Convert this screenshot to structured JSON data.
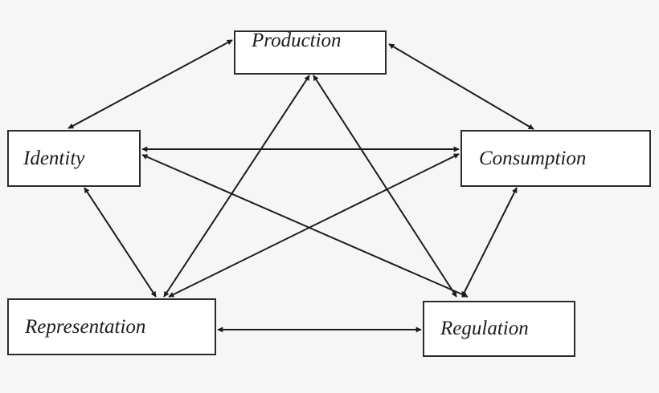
{
  "diagram": {
    "nodes": {
      "production": "Production",
      "identity": "Identity",
      "consumption": "Consumption",
      "representation": "Representation",
      "regulation": "Regulation"
    },
    "edges": [
      {
        "from": "production",
        "to": "identity",
        "direction": "both"
      },
      {
        "from": "production",
        "to": "consumption",
        "direction": "both"
      },
      {
        "from": "production",
        "to": "representation",
        "direction": "both"
      },
      {
        "from": "production",
        "to": "regulation",
        "direction": "both"
      },
      {
        "from": "identity",
        "to": "consumption",
        "direction": "both"
      },
      {
        "from": "identity",
        "to": "representation",
        "direction": "both"
      },
      {
        "from": "identity",
        "to": "regulation",
        "direction": "both"
      },
      {
        "from": "consumption",
        "to": "representation",
        "direction": "both"
      },
      {
        "from": "consumption",
        "to": "regulation",
        "direction": "both"
      },
      {
        "from": "representation",
        "to": "regulation",
        "direction": "both"
      }
    ],
    "colors": {
      "stroke": "#1c1c1c",
      "box_fill": "#ffffff",
      "background": "#f6f6f6"
    }
  }
}
